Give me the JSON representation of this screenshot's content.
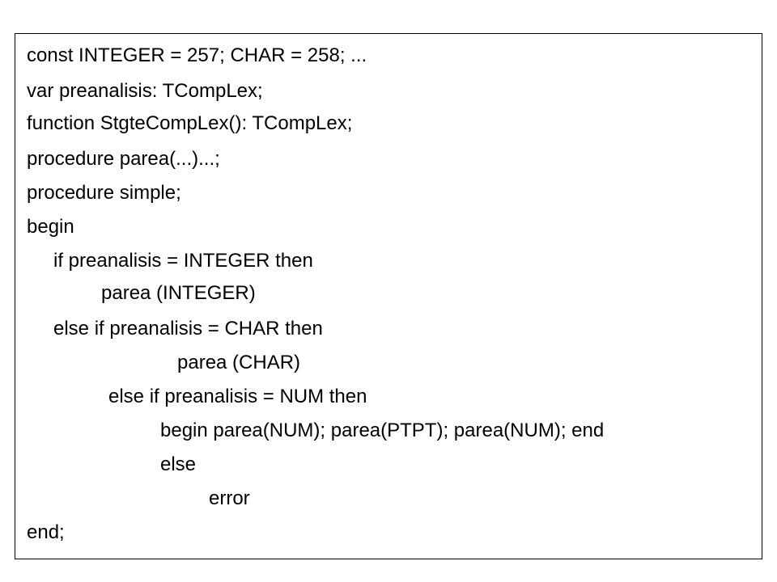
{
  "code": {
    "lines": [
      "const INTEGER = 257; CHAR = 258; ...",
      "var preanalisis: TCompLex;",
      "function StgteCompLex(): TCompLex;",
      "procedure parea(...)...;",
      "procedure simple;",
      "begin",
      "if preanalisis = INTEGER then",
      "parea (INTEGER)",
      "else if preanalisis = CHAR then",
      "parea (CHAR)",
      "else if preanalisis = NUM then",
      "begin parea(NUM); parea(PTPT); parea(NUM); end",
      "else",
      "error",
      "end;"
    ]
  }
}
